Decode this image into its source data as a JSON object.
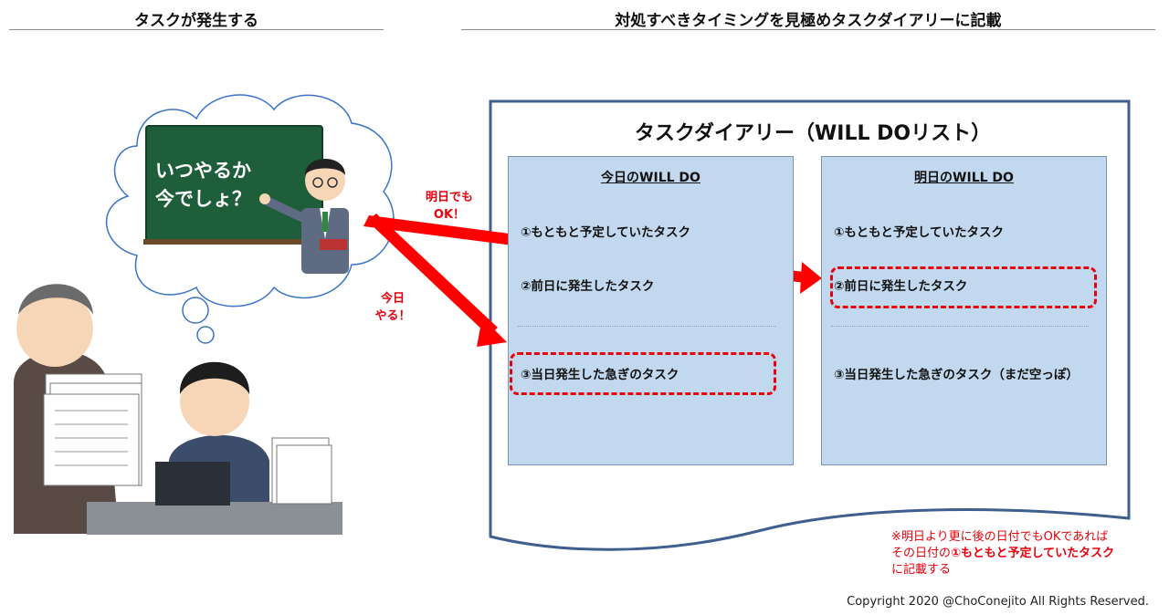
{
  "header": {
    "left_title": "タスクが発生する",
    "right_title": "対処すべきタイミングを見極めタスクダイアリーに記載"
  },
  "thought_bubble": {
    "line1": "いつやるか",
    "line2": "今でしょ？"
  },
  "arrows": {
    "tomorrow_label_line1": "明日でも",
    "tomorrow_label_line2": "OK！",
    "today_label_line1": "今日",
    "today_label_line2": "やる！",
    "color": "#ff0000"
  },
  "diary": {
    "title": "タスクダイアリー（WILL DOリスト）",
    "today": {
      "title": "今日のWILL DO",
      "items": [
        "①もともと予定していたタスク",
        "②前日に発生したタスク",
        "③当日発生した急ぎのタスク"
      ]
    },
    "tomorrow": {
      "title": "明日のWILL DO",
      "items": [
        "①もともと予定していたタスク",
        "②前日に発生したタスク",
        "③当日発生した急ぎのタスク（まだ空っぽ）"
      ]
    }
  },
  "note": {
    "part1": "※明日より更に後の日付でもOKであればその日付の",
    "part2": "①もともと予定していたタスク",
    "part3": "に記載する"
  },
  "copyright": "Copyright 2020 @ChoConejito All Rights Reserved.",
  "colors": {
    "accent_red": "#e8000b",
    "column_fill": "#c1d8ee",
    "doc_border": "#3f5f8f",
    "chalkboard": "#1f5e3a"
  }
}
